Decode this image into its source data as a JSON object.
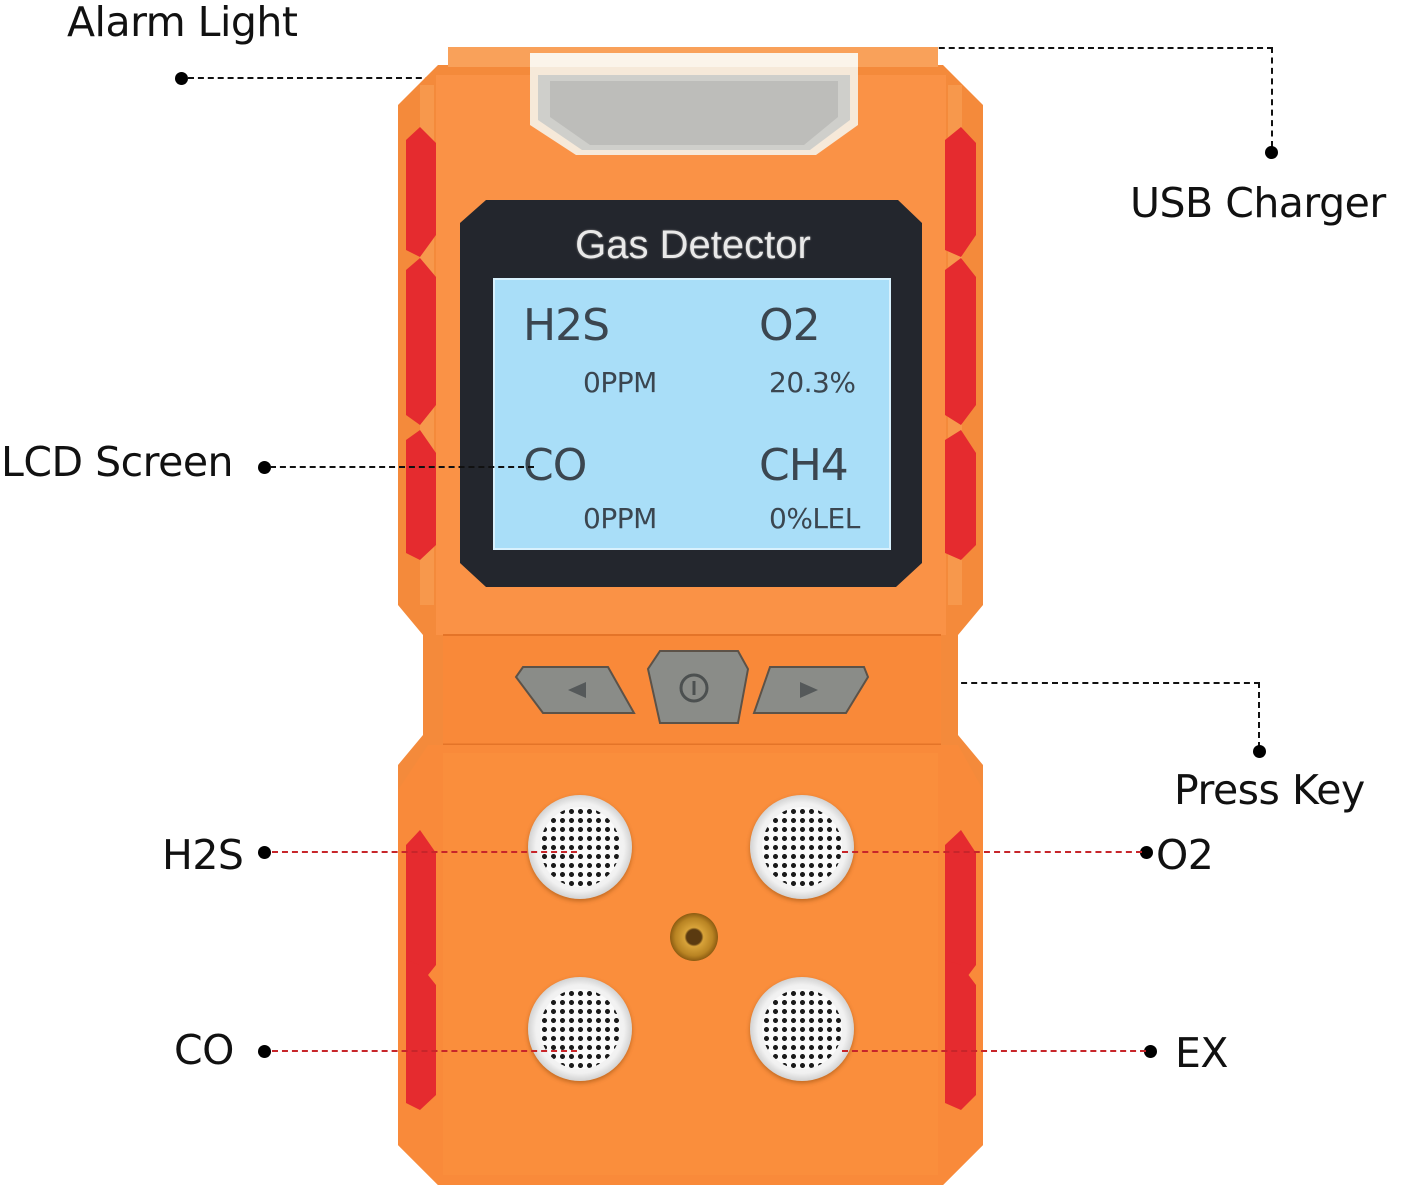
{
  "diagram": {
    "type": "product-callout",
    "subject": "Multi-gas detector",
    "colors": {
      "body_orange": "#fa8f3e",
      "body_orange_dark": "#e9772a",
      "bumper_red": "#e52b2f",
      "lcd_bezel": "#23262d",
      "lcd_screen": "#a9def8",
      "lcd_text": "#3b4650",
      "key_gray": "#8a8c88",
      "callout_black": "#111111",
      "callout_red": "#c7252a"
    }
  },
  "callouts": {
    "alarm_light": "Alarm Light",
    "usb_charger": "USB Charger",
    "lcd_screen": "LCD Screen",
    "press_key": "Press Key",
    "sensor_h2s": "H2S",
    "sensor_o2": "O2",
    "sensor_co": "CO",
    "sensor_ex": "EX"
  },
  "lcd": {
    "title": "Gas Detector",
    "readings": [
      {
        "gas": "H2S",
        "value": "0PPM"
      },
      {
        "gas": "O2",
        "value": "20.3%"
      },
      {
        "gas": "CO",
        "value": "0PPM"
      },
      {
        "gas": "CH4",
        "value": "0%LEL"
      }
    ]
  },
  "keys": {
    "left": "left-arrow",
    "center": "power",
    "right": "right-arrow"
  }
}
